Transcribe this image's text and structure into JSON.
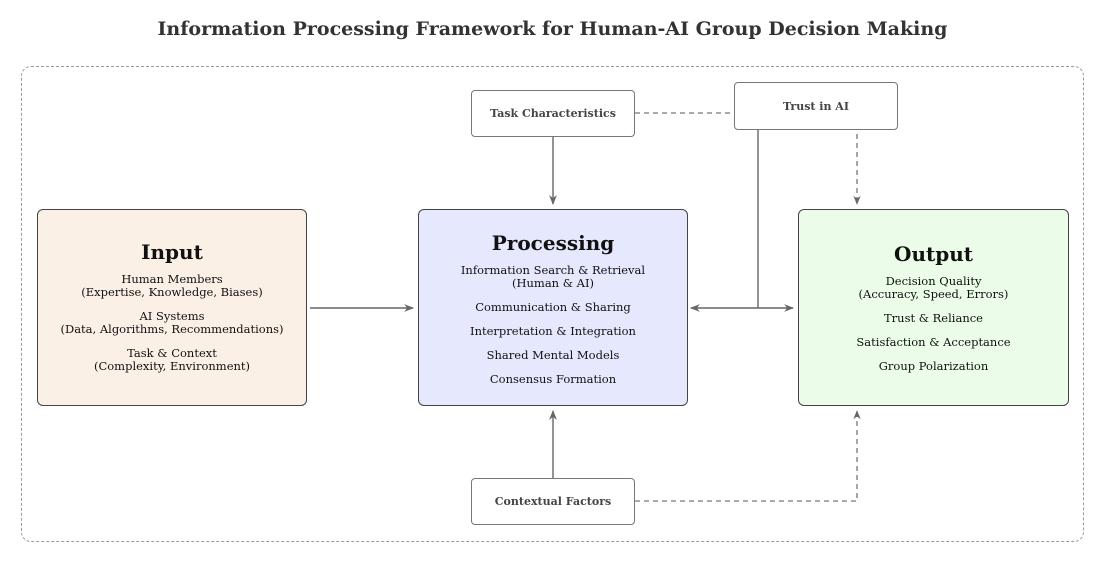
{
  "title": "Information Processing Framework for Human-AI Group Decision Making",
  "input": {
    "heading": "Input",
    "items": [
      "Human Members",
      "(Expertise, Knowledge, Biases)",
      "AI Systems",
      "(Data, Algorithms, Recommendations)",
      "Task & Context",
      "(Complexity, Environment)"
    ],
    "color": "#faf0e6"
  },
  "processing": {
    "heading": "Processing",
    "items": [
      "Information Search & Retrieval",
      "(Human & AI)",
      "Communication & Sharing",
      "Interpretation & Integration",
      "Shared Mental Models",
      "Consensus Formation"
    ],
    "color": "#e6e8fd"
  },
  "output": {
    "heading": "Output",
    "items": [
      "Decision Quality",
      "(Accuracy, Speed, Errors)",
      "Trust & Reliance",
      "Satisfaction & Acceptance",
      "Group Polarization"
    ],
    "color": "#ebfde8"
  },
  "task_characteristics": "Task Characteristics",
  "trust_in_ai": "Trust in AI",
  "contextual_factors": "Contextual Factors"
}
